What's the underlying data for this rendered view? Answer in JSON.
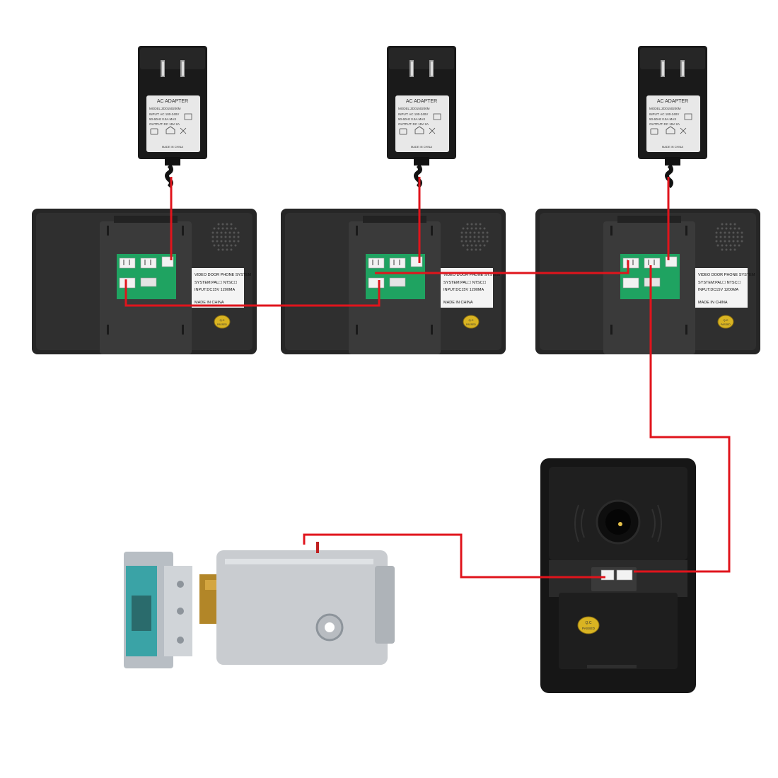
{
  "adapter": {
    "title": "AC ADAPTER",
    "lines": [
      "MODEL:ZD0150200M",
      "INPUT: AC 100-240V",
      "50-60Hz 0.5A MAX",
      "OUTPUT: DC 15V 2A"
    ],
    "made_in": "MADE IN CHINA"
  },
  "monitor_label": {
    "line1": "VIDEO DOOR PHONE SYSTEM",
    "line2": "SYSTEM:PAL☐  NTSC☐",
    "line3": "INPUT:DC15V   1200MA",
    "made_in": "MADE IN CHINA"
  },
  "qc_sticker": {
    "line1": "Q.C",
    "line2": "PASSED"
  },
  "colors": {
    "wire": "#e0141c",
    "panel_dark": "#2e2e2e",
    "pcb": "#1fa361",
    "lock_body": "#c9ccd0",
    "lock_accent": "#3aa3a6"
  },
  "components": [
    "power-adapter",
    "indoor-monitor",
    "outdoor-camera-unit",
    "electric-lock"
  ]
}
